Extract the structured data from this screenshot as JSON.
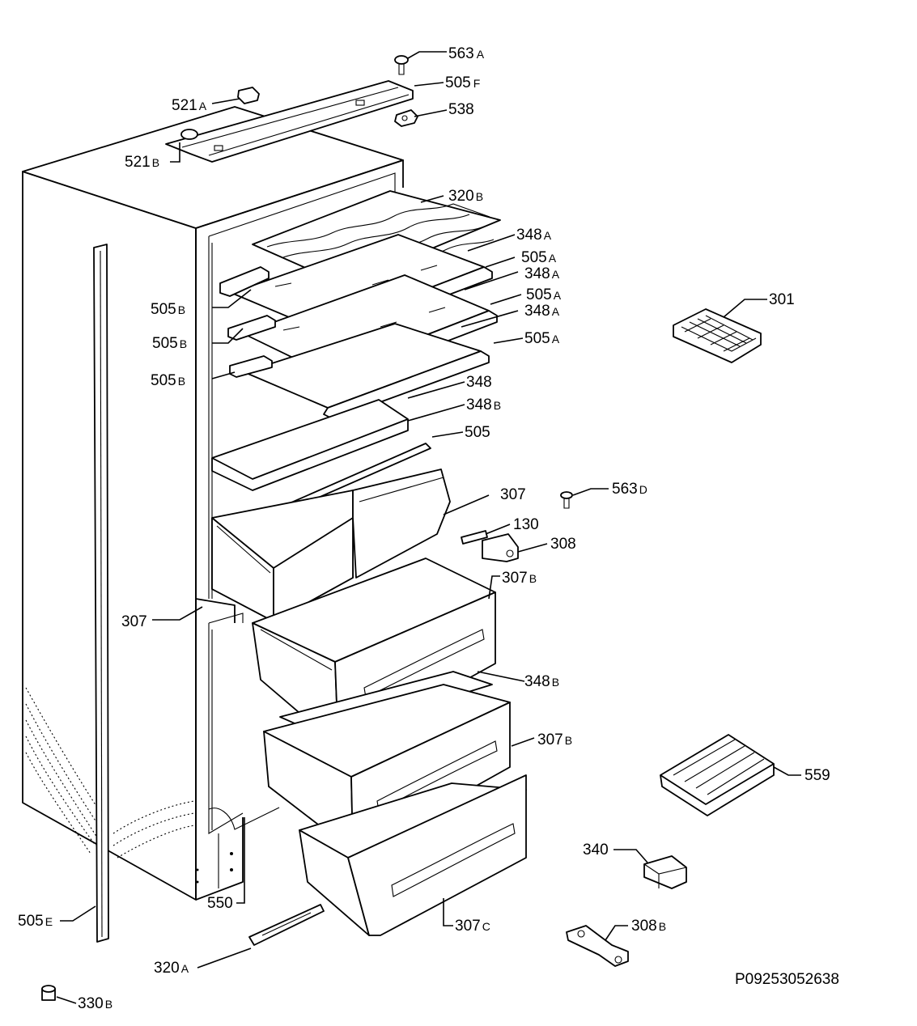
{
  "drawing_code": "P09253052638",
  "callouts": {
    "c563a": {
      "num": "563",
      "suf": "A"
    },
    "c505f": {
      "num": "505",
      "suf": "F"
    },
    "c538": {
      "num": "538",
      "suf": ""
    },
    "c521a": {
      "num": "521",
      "suf": "A"
    },
    "c521b": {
      "num": "521",
      "suf": "B"
    },
    "c320b": {
      "num": "320",
      "suf": "B"
    },
    "c348a_1": {
      "num": "348",
      "suf": "A"
    },
    "c505a_1": {
      "num": "505",
      "suf": "A"
    },
    "c348a_2": {
      "num": "348",
      "suf": "A"
    },
    "c505a_2": {
      "num": "505",
      "suf": "A"
    },
    "c348a_3": {
      "num": "348",
      "suf": "A"
    },
    "c505a_3": {
      "num": "505",
      "suf": "A"
    },
    "c505b_1": {
      "num": "505",
      "suf": "B"
    },
    "c505b_2": {
      "num": "505",
      "suf": "B"
    },
    "c505b_3": {
      "num": "505",
      "suf": "B"
    },
    "c301": {
      "num": "301",
      "suf": ""
    },
    "c348": {
      "num": "348",
      "suf": ""
    },
    "c348b_1": {
      "num": "348",
      "suf": "B"
    },
    "c505": {
      "num": "505",
      "suf": ""
    },
    "c307_1": {
      "num": "307",
      "suf": ""
    },
    "c563d": {
      "num": "563",
      "suf": "D"
    },
    "c130": {
      "num": "130",
      "suf": ""
    },
    "c308": {
      "num": "308",
      "suf": ""
    },
    "c307b_1": {
      "num": "307",
      "suf": "B"
    },
    "c307_2": {
      "num": "307",
      "suf": ""
    },
    "c348b_2": {
      "num": "348",
      "suf": "B"
    },
    "c307b_2": {
      "num": "307",
      "suf": "B"
    },
    "c559": {
      "num": "559",
      "suf": ""
    },
    "c340": {
      "num": "340",
      "suf": ""
    },
    "c550": {
      "num": "550",
      "suf": ""
    },
    "c505e": {
      "num": "505",
      "suf": "E"
    },
    "c307c": {
      "num": "307",
      "suf": "C"
    },
    "c308b": {
      "num": "308",
      "suf": "B"
    },
    "c320a": {
      "num": "320",
      "suf": "A"
    },
    "c330b": {
      "num": "330",
      "suf": "B"
    }
  }
}
